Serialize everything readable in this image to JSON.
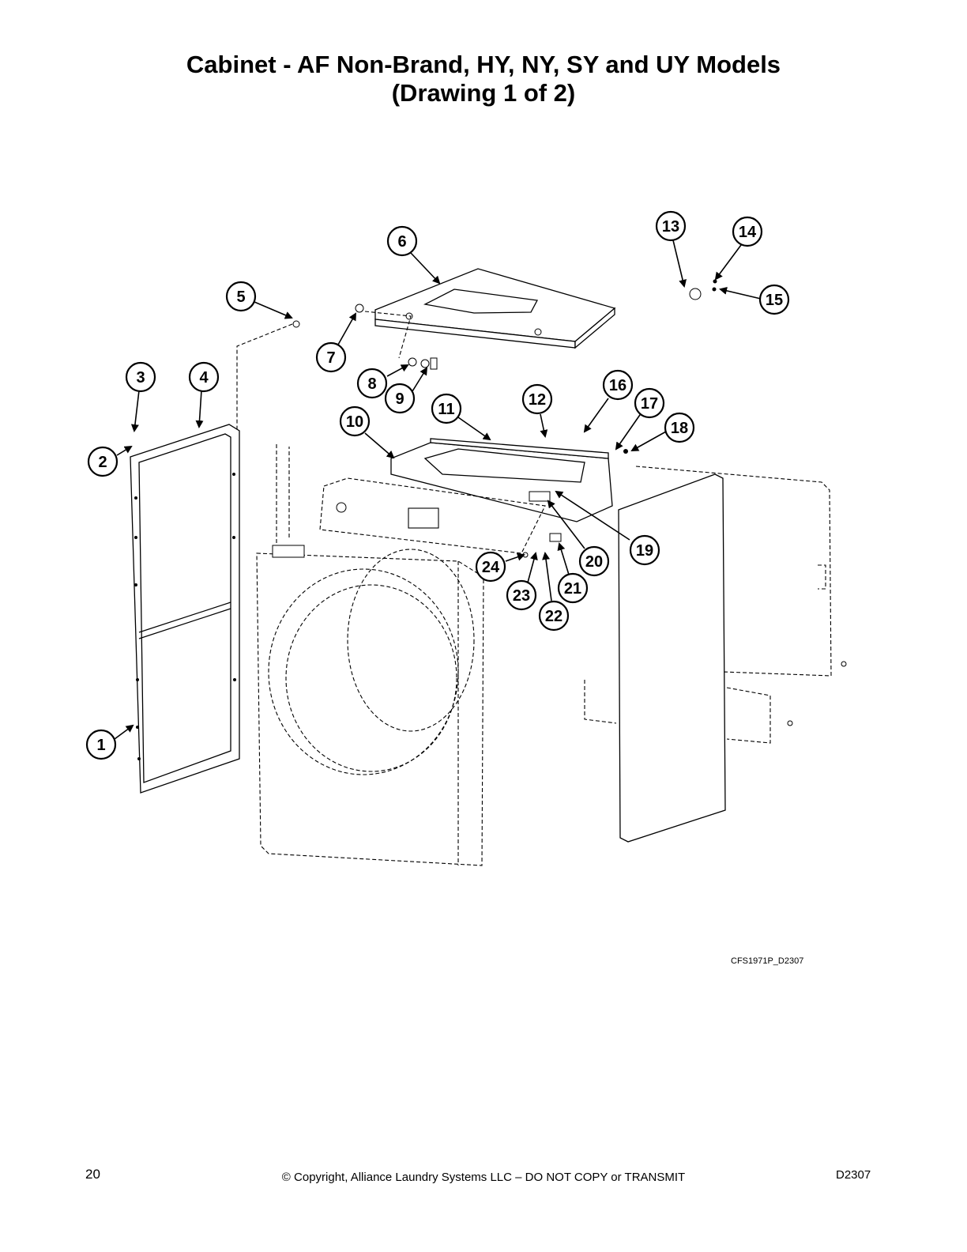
{
  "title": {
    "line1": "Cabinet - AF Non-Brand, HY, NY, SY and UY Models",
    "line2": "(Drawing 1 of 2)"
  },
  "drawing_code": "CFS1971P_D2307",
  "callouts": [
    "1",
    "2",
    "3",
    "4",
    "5",
    "6",
    "7",
    "8",
    "9",
    "10",
    "11",
    "12",
    "13",
    "14",
    "15",
    "16",
    "17",
    "18",
    "19",
    "20",
    "21",
    "22",
    "23",
    "24"
  ],
  "footer": {
    "page_number": "20",
    "copyright": "© Copyright, Alliance Laundry Systems LLC – DO NOT COPY or TRANSMIT",
    "doc_code": "D2307"
  }
}
